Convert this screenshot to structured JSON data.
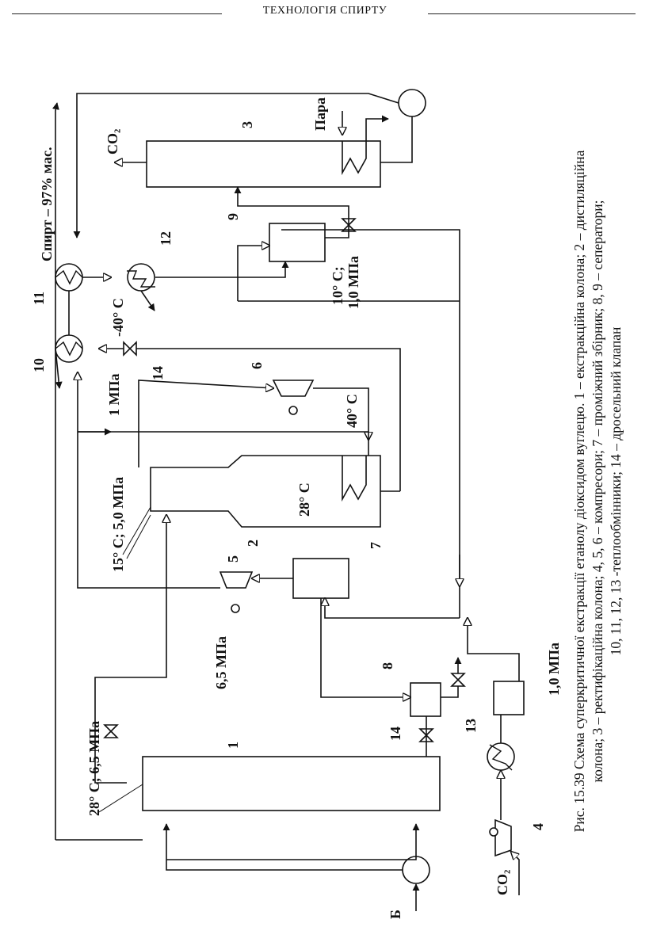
{
  "header": {
    "title": "ТЕХНОЛОГІЯ СПИРТУ"
  },
  "diagram": {
    "labels": {
      "num_1": "1",
      "num_2": "2",
      "num_3": "3",
      "num_4": "4",
      "num_5": "5",
      "num_6": "6",
      "num_7": "7",
      "num_8": "8",
      "num_9": "9",
      "num_10": "10",
      "num_11": "11",
      "num_12": "12",
      "num_13": "13",
      "num_14a": "14",
      "num_14b": "14",
      "co2_out": "CO₂",
      "co2_in": "CO₂",
      "steam": "Пара",
      "alcohol": "Спирт – 97% мас.",
      "temp_minus40": "-40° С",
      "p_1mpa": "1 МПа",
      "t_40c": "40° С",
      "t_28c": "28° С",
      "col2_cond": "15° С; 5,0 МПа",
      "p_65mpa": "6,5 МПа",
      "col1_cond": "28° С; 6,5 МПа",
      "p_1_0mpa": "1,0 МПа",
      "sep9_t": "10° С;",
      "sep9_p": "1,0 МПа",
      "feed_b": "Б"
    }
  },
  "caption": {
    "line1": "Рис. 15.39 Схема суперкритичної екстракції етанолу діоксидом вуглецю. 1 – екстракційна колона; 2 – дистиляційна",
    "line2": "колона; 3 – ректифікаційна колона; 4, 5, 6 – компресори; 7 – проміжний збірник; 8, 9 – сеператори;",
    "line3": "10, 11, 12, 13 -теплообмінники; 14 – дросельний клапан"
  }
}
